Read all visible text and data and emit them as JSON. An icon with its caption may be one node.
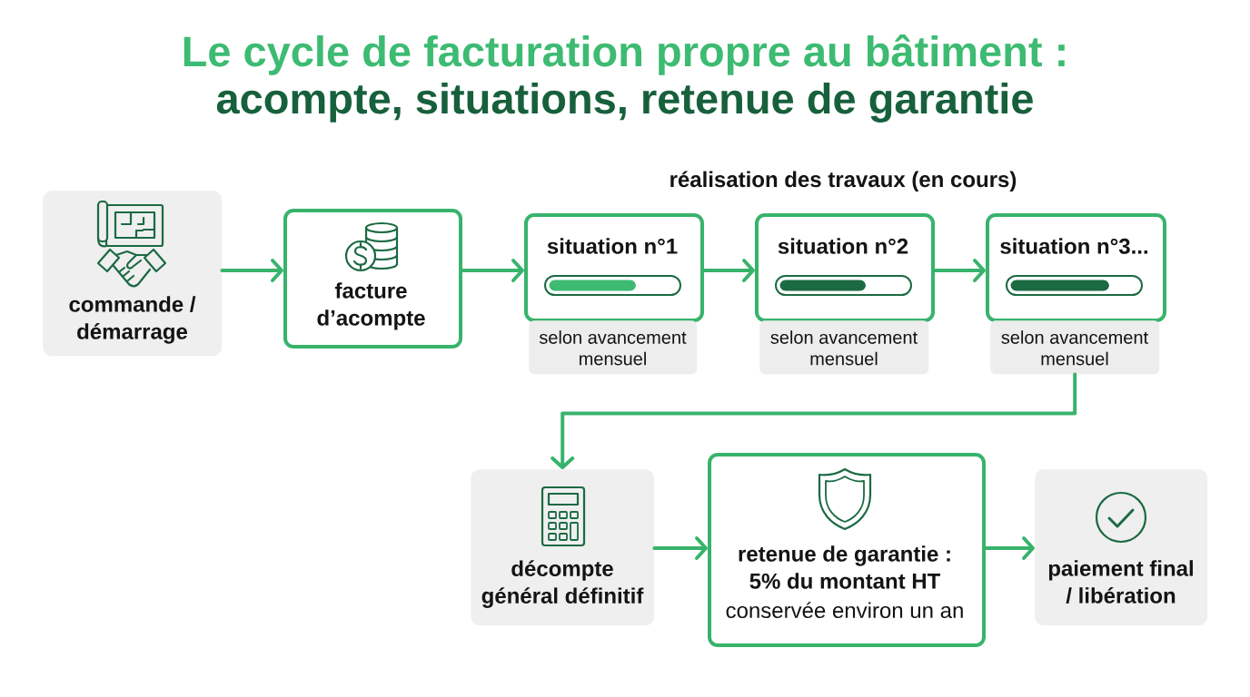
{
  "diagram": {
    "title": "Le cycle de facturation propre au bâtiment :",
    "nodes": [
      {
        "text": [
          "commande / démarrage"
        ]
      },
      {
        "text": [
          "facture d’acompte"
        ]
      },
      {
        "text": [
          "situation n°1"
        ]
      },
      {
        "text": [
          "selon avancement mensuel"
        ]
      },
      {
        "text": [
          "situation n°2"
        ]
      },
      {
        "text": [
          "selon avancement mensuel"
        ]
      },
      {
        "text": [
          "situation n°3..."
        ]
      },
      {
        "text": [
          "selon avancement mensuel"
        ]
      },
      {
        "text": [
          "décompte général définitif"
        ]
      },
      {
        "text": [
          "retenue de garantie : 5% du montant HT",
          "conservée environ un an"
        ]
      },
      {
        "text": [
          "paiement final / libération"
        ]
      }
    ],
    "edges": [
      {
        "from": 0,
        "to": 1,
        "arrow": "to"
      },
      {
        "from": 1,
        "to": 2,
        "arrow": "to"
      },
      {
        "from": 2,
        "to": 4,
        "arrow": "to"
      },
      {
        "from": 4,
        "to": 6,
        "arrow": "to"
      },
      {
        "from": 7,
        "to": 8,
        "arrow": "to"
      },
      {
        "from": 8,
        "to": 9,
        "arrow": "to"
      },
      {
        "from": 9,
        "to": 10,
        "arrow": "to"
      }
    ],
    "labels": [
      "acompte, situations, retenue de garantie",
      "réalisation des travaux (en cours)"
    ]
  }
}
